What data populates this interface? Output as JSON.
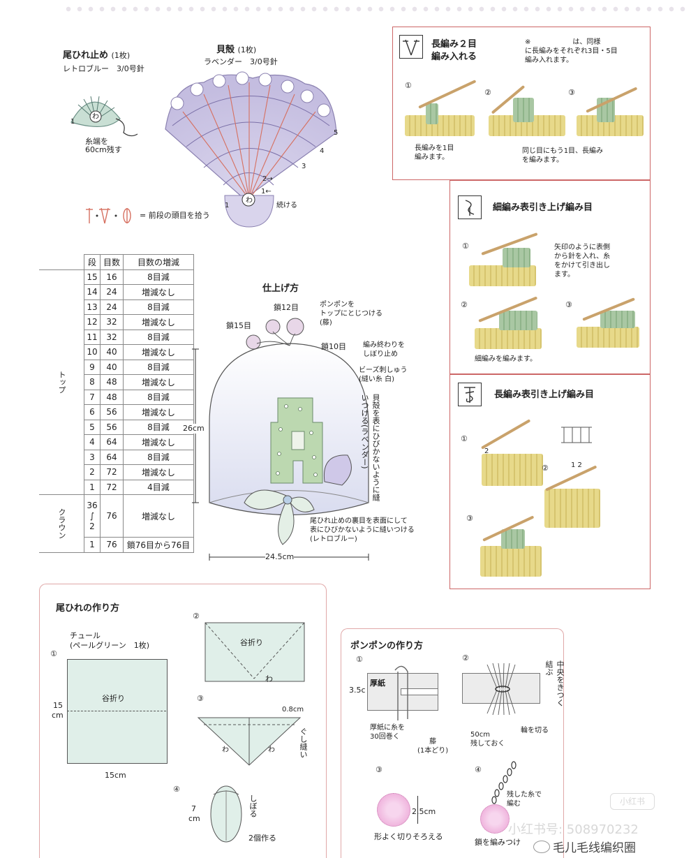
{
  "tail_stop": {
    "title": "尾ひれ止め",
    "count": "(1枚)",
    "yarn": "レトロブルー　3/0号針",
    "note1": "糸端を",
    "note2": "60cm残す",
    "wa": "わ",
    "row1": "1"
  },
  "shell": {
    "title": "貝殻",
    "count": "(1枚)",
    "yarn": "ラベンダー　3/0号針",
    "rows": [
      "1",
      "2→",
      "3",
      "4",
      "5"
    ],
    "arrow_left": "1←",
    "continue": "続ける",
    "wa": "わ"
  },
  "legend_note": "= 前段の頭目を拾う",
  "table": {
    "headers": [
      "段",
      "目数",
      "目数の増減"
    ],
    "top_label": "トップ",
    "crown_label": "クラウン",
    "top_rows": [
      [
        "15",
        "16",
        "8目減"
      ],
      [
        "14",
        "24",
        "増減なし"
      ],
      [
        "13",
        "24",
        "8目減"
      ],
      [
        "12",
        "32",
        "増減なし"
      ],
      [
        "11",
        "32",
        "8目減"
      ],
      [
        "10",
        "40",
        "増減なし"
      ],
      [
        "9",
        "40",
        "8目減"
      ],
      [
        "8",
        "48",
        "増減なし"
      ],
      [
        "7",
        "48",
        "8目減"
      ],
      [
        "6",
        "56",
        "増減なし"
      ],
      [
        "5",
        "56",
        "8目減"
      ],
      [
        "4",
        "64",
        "増減なし"
      ],
      [
        "3",
        "64",
        "8目減"
      ],
      [
        "2",
        "72",
        "増減なし"
      ],
      [
        "1",
        "72",
        "4目減"
      ]
    ],
    "crown_rows": [
      [
        "36\n∫\n2",
        "76",
        "増減なし"
      ],
      [
        "1",
        "76",
        "鎖76目から76目"
      ]
    ]
  },
  "finish": {
    "title": "仕上げ方",
    "ch12": "鎖12目",
    "ch15": "鎖15目",
    "ch10": "鎖10目",
    "pompom": [
      "ポンポンを",
      "トップにとじつける",
      "(藤)"
    ],
    "end": [
      "編み終わりを",
      "しぼり止め"
    ],
    "beads": [
      "ビーズ刺しゅう",
      "(縫い糸 白)"
    ],
    "shell_note": "貝殻を表にひびかないように縫いつける(ラベンダー)",
    "tail_note": [
      "尾ひれ止めの裏目を表面にして",
      "表にひびかないように縫いつける",
      "(レトロブルー)"
    ],
    "height": "26cm",
    "width": "24.5cm"
  },
  "dc2": {
    "title1": "長編み２目",
    "title2": "編み入れる",
    "note": [
      "※　　　　　　は、同様",
      "に長編みをそれぞれ3目・5目",
      "編み入れます。"
    ],
    "s1": "①",
    "s2": "②",
    "s3": "③",
    "cap1": [
      "長編みを1目",
      "編みます。"
    ],
    "cap2": [
      "同じ目にもう1目、長編み",
      "を編みます。"
    ]
  },
  "fpsc": {
    "title": "細編み表引き上げ編み目",
    "s1": "①",
    "s2": "②",
    "s3": "③",
    "cap1": [
      "矢印のように表側",
      "から針を入れ、糸",
      "をかけて引き出し",
      "ます。"
    ],
    "cap2": "細編みを編みます。"
  },
  "fpdc": {
    "title": "長編み表引き上げ編み目",
    "s1": "①",
    "s2": "②",
    "s3": "③",
    "n12": "1 2",
    "n2": "2"
  },
  "tail_make": {
    "title": "尾ひれの作り方",
    "s1": "①",
    "tulle": "チュール",
    "tulle2": "(ペールグリーン　1枚)",
    "fold": "谷折り",
    "h15": "15",
    "cm": "cm",
    "w15": "15cm",
    "s2": "②",
    "fold2": "谷折り",
    "wa": "わ",
    "s3": "③",
    "d08": "0.8cm",
    "gushi": "ぐし縫い",
    "wa2": "わ",
    "wa3": "わ",
    "s4": "④",
    "h7": "7",
    "cm2": "cm",
    "shiboru": "しぼる",
    "two": "2個作る"
  },
  "pompom_make": {
    "title": "ポンポンの作り方",
    "s1": "①",
    "card": "厚紙",
    "h35": "3.5c",
    "wrap": [
      "厚紙に糸を",
      "30回巻く"
    ],
    "fuji": [
      "藤",
      "(1本どり)"
    ],
    "s2": "②",
    "tie": "中央をきつく結ぶ",
    "cut": "輪を切る",
    "leave": [
      "50cm",
      "残しておく"
    ],
    "s3": "③",
    "d25": "2.5cm",
    "trim": "形よく切りそろえる",
    "s4": "④",
    "chain": [
      "残した糸で",
      "編む"
    ],
    "chaincap": "鎖を編みつけ"
  },
  "watermark": {
    "xhs": "小红书号: 508970232",
    "circle": "毛儿毛线编织圈",
    "logo": "小红书"
  }
}
